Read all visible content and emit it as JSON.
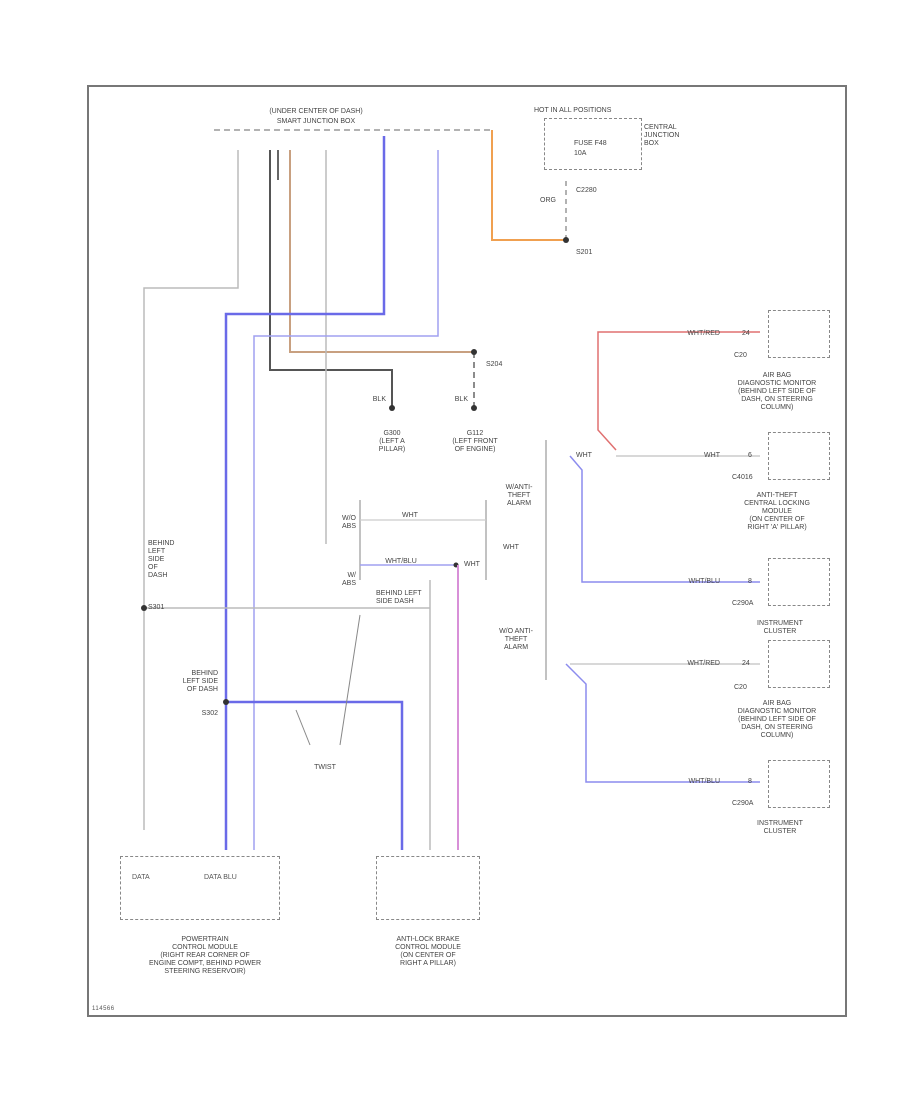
{
  "connector_header": {
    "title": "(UNDER CENTER OF DASH)",
    "subtitle": "SMART JUNCTION BOX"
  },
  "central_junction_box": {
    "hot_label": "HOT IN ALL POSITIONS",
    "fuse_label": "FUSE F48",
    "fuse_rating": "10A",
    "box_label": "CENTRAL\nJUNCTION\nBOX",
    "connector": "C2280",
    "wire_color": "ORG",
    "splice": "S201"
  },
  "grounds": {
    "splice": "S204",
    "ground_left_wire": "BLK",
    "ground_right_wire": "BLK",
    "ground_left_label": "G300\n(LEFT A\nPILLAR)",
    "ground_right_label": "G112\n(LEFT FRONT\nOF ENGINE)"
  },
  "splices": {
    "behind_left_side_dash": "BEHIND\nLEFT\nSIDE\nOF\nDASH",
    "splice_s301": "S301",
    "behind_left_side_dash_2": "BEHIND\nLEFT SIDE\nOF DASH",
    "splice_s302": "S302",
    "behind_left_side_mid": "BEHIND LEFT\nSIDE DASH",
    "twist_label": "TWIST"
  },
  "modules": {
    "pcm_name": "POWERTRAIN\nCONTROL MODULE\n(RIGHT REAR CORNER OF\nENGINE COMPT, BEHIND POWER\nSTEERING RESERVOIR)",
    "pcm_pin_a": "DATA",
    "pcm_pin_b": "DATA BLU",
    "abs_name": "ANTI-LOCK BRAKE\nCONTROL MODULE\n(ON CENTER OF\nRIGHT A PILLAR)"
  },
  "option_switch": {
    "with_alarm": "W/ANTI-\nTHEFT\nALARM",
    "without_alarm": "W/O ANTI-\nTHEFT\nALARM",
    "with_abs": "W/\nABS",
    "without_abs": "W/O\nABS",
    "wht_label": "WHT",
    "wht_blu_label": "WHT/BLU"
  },
  "right_modules": [
    {
      "wire_label": "WHT/RED",
      "pin": "24",
      "connector": "C20",
      "name": "AIR BAG\nDIAGNOSTIC MONITOR\n(BEHIND LEFT SIDE OF\nDASH, ON STEERING\nCOLUMN)"
    },
    {
      "wire_label": "WHT",
      "pin": "6",
      "connector": "C4016",
      "name": "ANTI-THEFT\nCENTRAL LOCKING\nMODULE\n(ON CENTER OF\nRIGHT 'A' PILLAR)"
    },
    {
      "wire_label": "WHT/BLU",
      "pin": "8",
      "connector": "C290A",
      "name": "INSTRUMENT\nCLUSTER"
    },
    {
      "wire_label": "WHT/RED",
      "pin": "24",
      "connector": "C20",
      "name": "AIR BAG\nDIAGNOSTIC MONITOR\n(BEHIND LEFT SIDE OF\nDASH, ON STEERING\nCOLUMN)"
    },
    {
      "wire_label": "WHT/BLU",
      "pin": "8",
      "connector": "C290A",
      "name": "INSTRUMENT\nCLUSTER"
    }
  ],
  "footer_code": "114566",
  "colors": {
    "blue_wire": "#6a6ae8",
    "orange_wire": "#f0a050",
    "brown_wire": "#c8a080",
    "black_wire": "#555555",
    "red_wire": "#e07070",
    "pink_wire": "#d890d8",
    "gray_wire": "#bbbbbb",
    "frame": "#777777"
  }
}
